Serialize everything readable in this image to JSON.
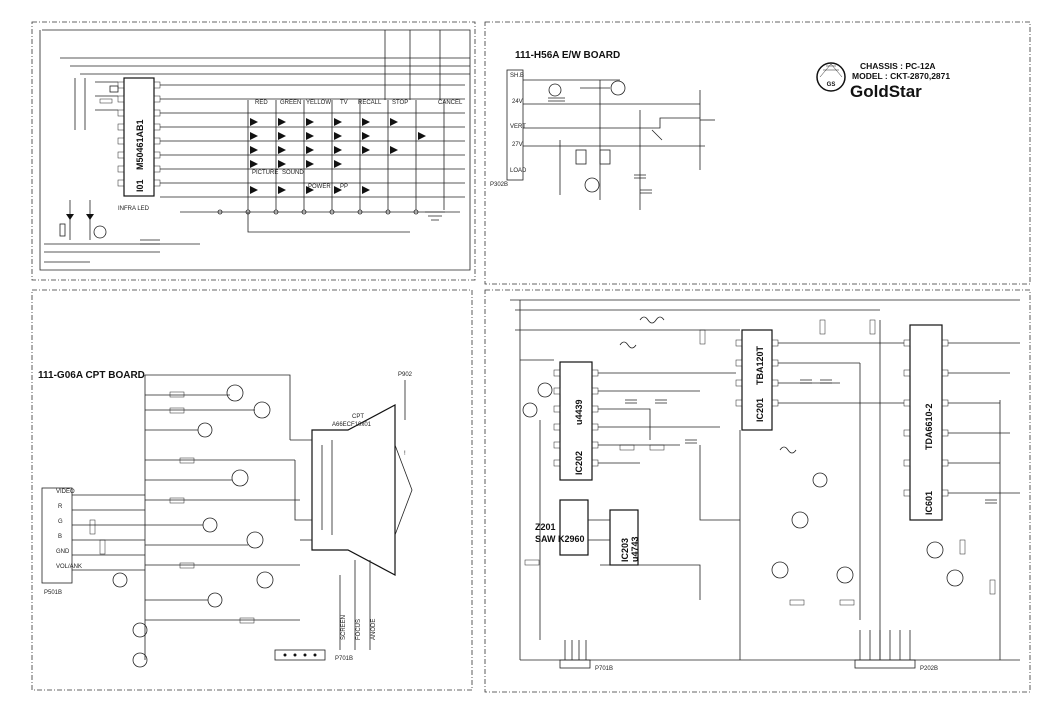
{
  "brand": {
    "name": "GoldStar",
    "logo_text": "GS",
    "chassis": "CHASSIS : PC-12A",
    "model": "MODEL : CKT-2870,2871"
  },
  "panels": {
    "top_left": {
      "ic_main": "M50461AB1",
      "ic_ref": "I01",
      "infra": "INFRA LED",
      "button_labels": [
        "RED",
        "GREEN",
        "YELLOW",
        "TV",
        "RECALL",
        "STOP",
        "CANCEL"
      ],
      "function_labels": [
        "PICTURE",
        "SOUND",
        "POWER",
        "PP"
      ]
    },
    "top_right": {
      "title": "111-H56A E/W BOARD",
      "connector": "P302B",
      "pin_labels": [
        "SH.B",
        "24V",
        "VERT",
        "27V",
        "LOAD"
      ]
    },
    "bottom_left": {
      "title": "111-G06A CPT BOARD",
      "crt_ref": "CPT",
      "crt_model": "A66ECF10x01",
      "connector_left": "P501B",
      "connector_bottom": "P701B",
      "connector_top": "P902",
      "labels": [
        "SCREEN",
        "FOCUS",
        "ANODE"
      ],
      "key_labels": [
        "VIDEO",
        "R",
        "G",
        "B",
        "GND",
        "VOL/ANK"
      ]
    },
    "bottom_right": {
      "ic_labels": [
        "IC202",
        "u4439",
        "IC201",
        "TBA120T",
        "IC601",
        "TDA6610-2",
        "IC203",
        "u4743",
        "Z201",
        "SAW K2960"
      ],
      "connector_left": "P701B",
      "connector_right": "P202B"
    }
  }
}
